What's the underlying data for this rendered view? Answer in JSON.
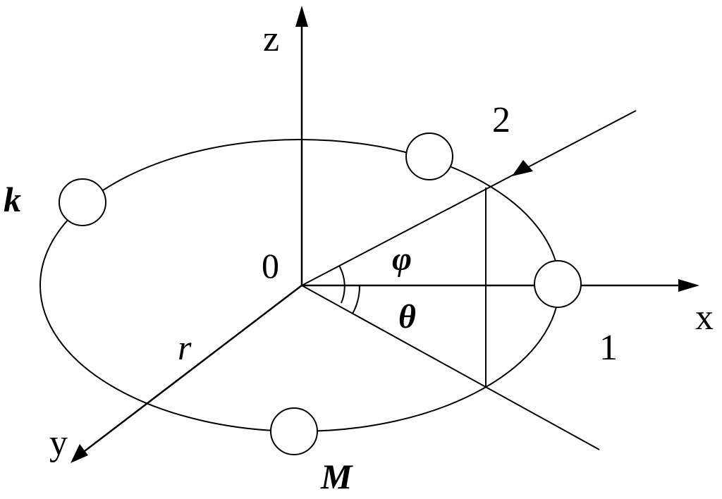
{
  "labels": {
    "z_axis": "z",
    "x_axis": "x",
    "y_axis": "y",
    "origin": "0",
    "ray_2": "2",
    "ray_1": "1",
    "element_k": "k",
    "element_M": "M",
    "radius": "r",
    "angle_phi": "φ",
    "angle_theta": "θ"
  },
  "colors": {
    "stroke": "#000000",
    "background": "#ffffff"
  }
}
